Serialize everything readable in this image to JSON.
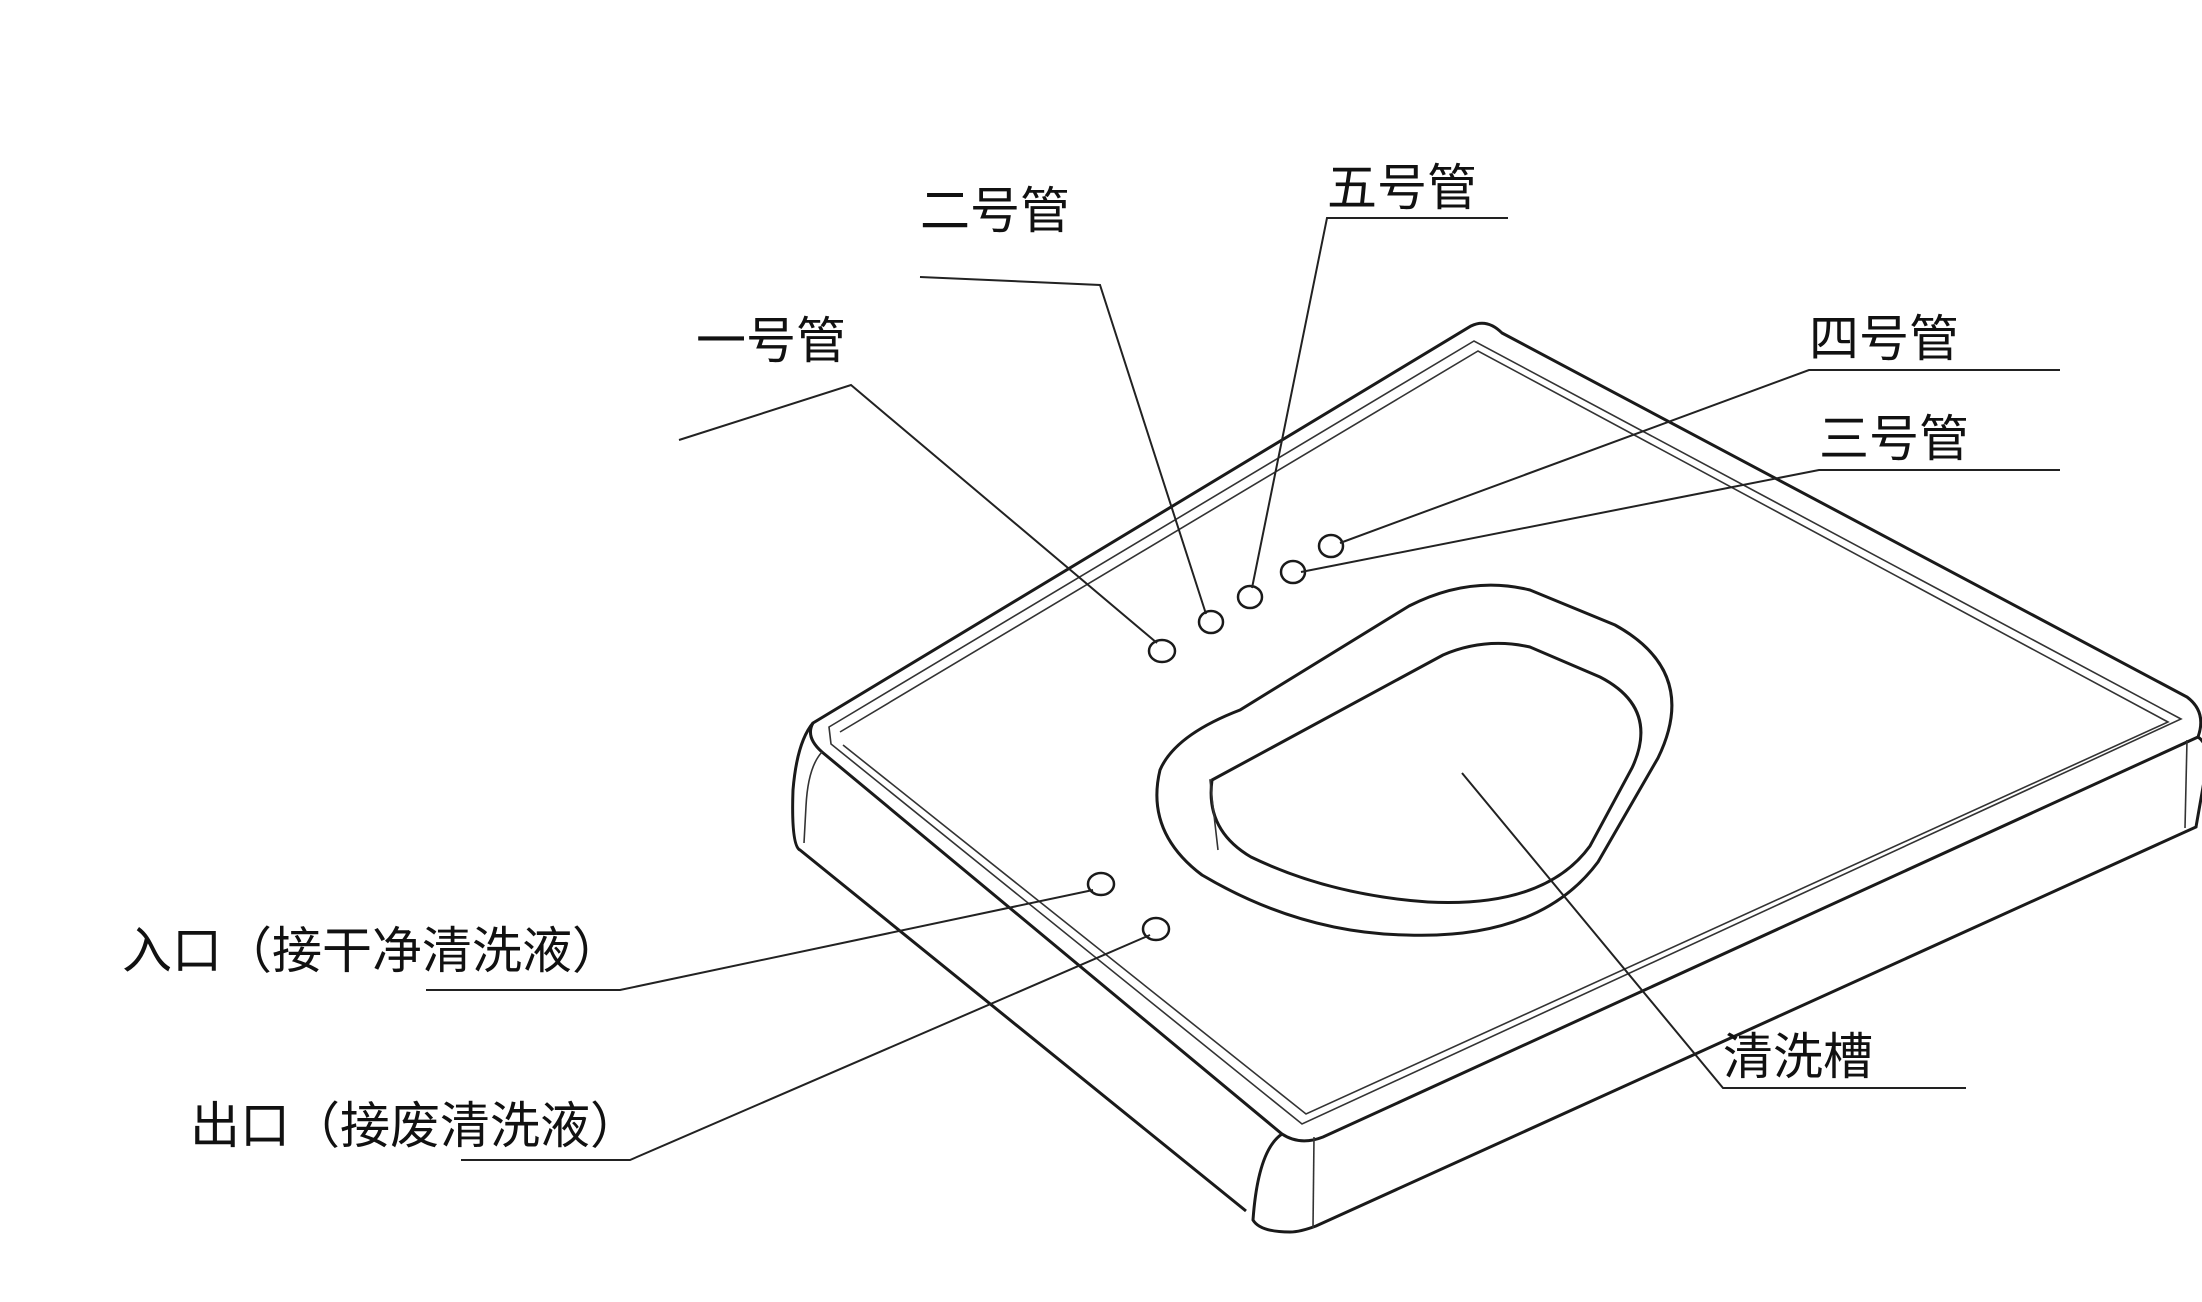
{
  "diagram": {
    "labels": {
      "tube1": "一号管",
      "tube2": "二号管",
      "tube3": "三号管",
      "tube4": "四号管",
      "tube5": "五号管",
      "inlet": "入口（接干净清洗液）",
      "outlet": "出口（接废清洗液）",
      "basin": "清洗槽"
    }
  },
  "colors": {
    "stroke": "#1a1a1a",
    "background": "#ffffff"
  }
}
